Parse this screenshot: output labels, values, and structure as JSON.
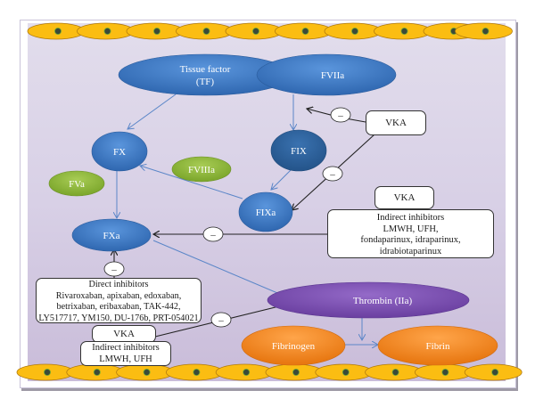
{
  "diagram": {
    "title": "Coagulation cascade and anticoagulant targets",
    "colors": {
      "factor_blue": "#3b78c6",
      "fix_dark": "#2b5f9b",
      "cofactor_green": "#8fba3a",
      "thrombin_purple": "#7a4fb0",
      "fibrin_orange": "#f28a22",
      "cell_yellow": "#fbbd12",
      "cell_nucleus": "#3a4a3a",
      "arrow_blue": "#5b86c8",
      "inhibitor_line": "#222222"
    },
    "nodes": {
      "tissue_factor": {
        "line1": "Tissue factor",
        "line2": "(TF)"
      },
      "fviia": "FVIIa",
      "fx": "FX",
      "fix": "FIX",
      "fviiia": "FVIIIa",
      "fva": "FVa",
      "fixa": "FIXa",
      "fxa": "FXa",
      "thrombin": "Thrombin (IIa)",
      "fibrinogen": "Fibrinogen",
      "fibrin": "Fibrin"
    },
    "inhibitor_symbol": "–",
    "boxes": {
      "vka_top": "VKA",
      "vka_mid": "VKA",
      "indirect_mid": {
        "lines": [
          "Indirect inhibitors",
          "LMWH, UFH,",
          "fondaparinux, idraparinux,",
          "idrabiotaparinux"
        ]
      },
      "direct": {
        "lines": [
          "Direct inhibitors",
          "Rivaroxaban, apixaban, edoxaban,",
          "betrixaban, eribaxaban, TAK-442,",
          "LY517717, YM150, DU-176b, PRT-054021"
        ]
      },
      "vka_bottom": "VKA",
      "indirect_bottom": {
        "lines": [
          "Indirect inhibitors",
          "LMWH, UFH"
        ]
      }
    },
    "cell_layers": {
      "top_count": 10,
      "bottom_count": 10
    }
  }
}
